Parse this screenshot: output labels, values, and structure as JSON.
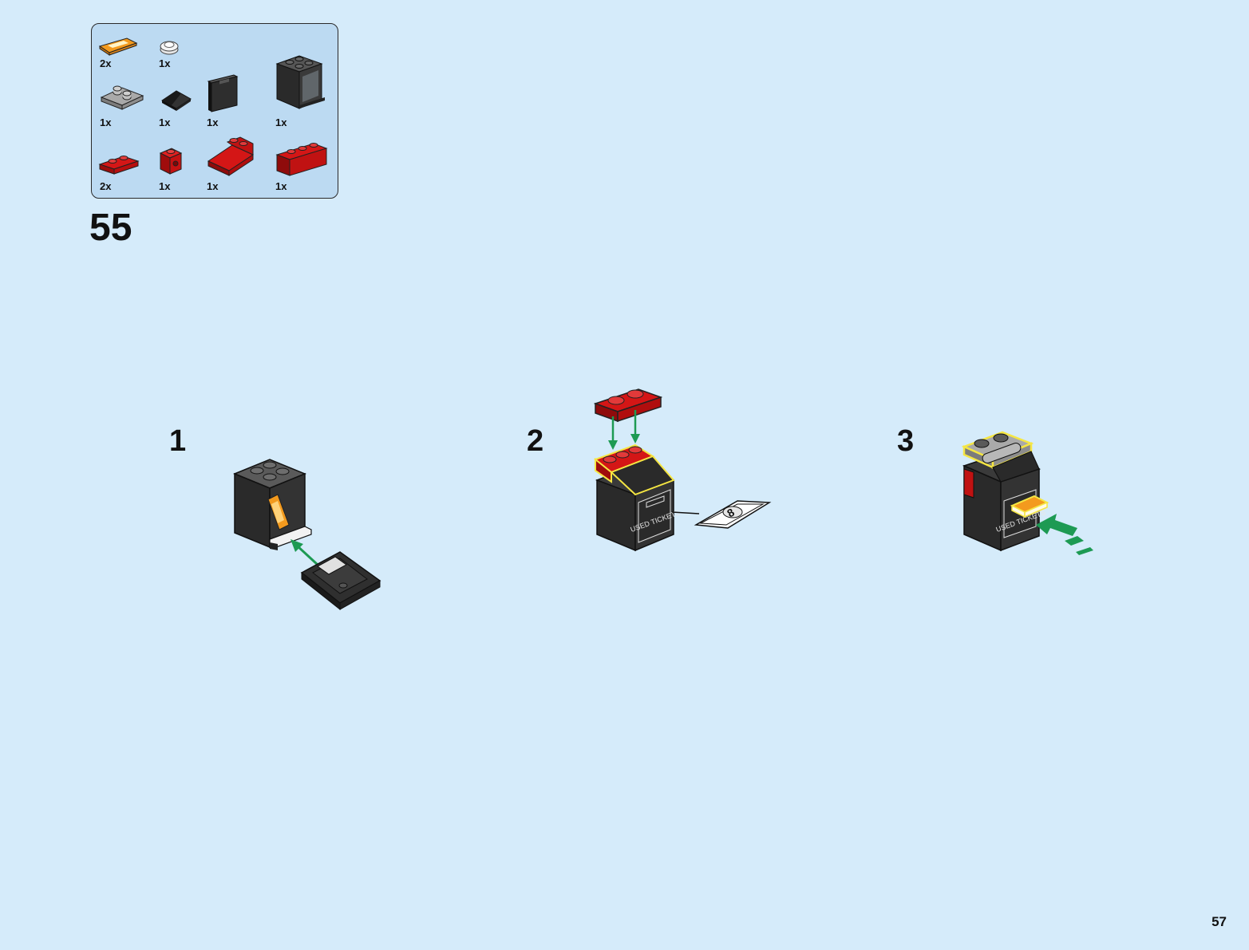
{
  "step": {
    "number": "55"
  },
  "parts_list": {
    "items": [
      {
        "qty": "2x",
        "icon": "ticket-tile-icon"
      },
      {
        "qty": "1x",
        "icon": "round-plate-icon"
      },
      {
        "qty": "1x",
        "icon": "grey-plate-icon"
      },
      {
        "qty": "1x",
        "icon": "black-slope-icon"
      },
      {
        "qty": "1x",
        "icon": "black-panel-icon"
      },
      {
        "qty": "1x",
        "icon": "black-container-icon"
      },
      {
        "qty": "2x",
        "icon": "red-plate-icon"
      },
      {
        "qty": "1x",
        "icon": "red-brick-icon"
      },
      {
        "qty": "1x",
        "icon": "red-slope-icon"
      },
      {
        "qty": "1x",
        "icon": "red-brick-long-icon"
      }
    ]
  },
  "substeps": [
    {
      "number": "1",
      "icon": "container-assembly-icon"
    },
    {
      "number": "2",
      "icon": "slope-assembly-icon",
      "sticker_text": "8",
      "box_label": "USED TICKETS"
    },
    {
      "number": "3",
      "icon": "final-assembly-icon",
      "box_label": "USED TICKETS"
    }
  ],
  "page": {
    "number": "57"
  },
  "colors": {
    "background": "#d5ebfa",
    "parts_box": "#bcdaf2",
    "arrow": "#1d9a53",
    "brick_red": "#d41616",
    "brick_black": "#2c2c2c",
    "highlight": "#f5e642"
  }
}
